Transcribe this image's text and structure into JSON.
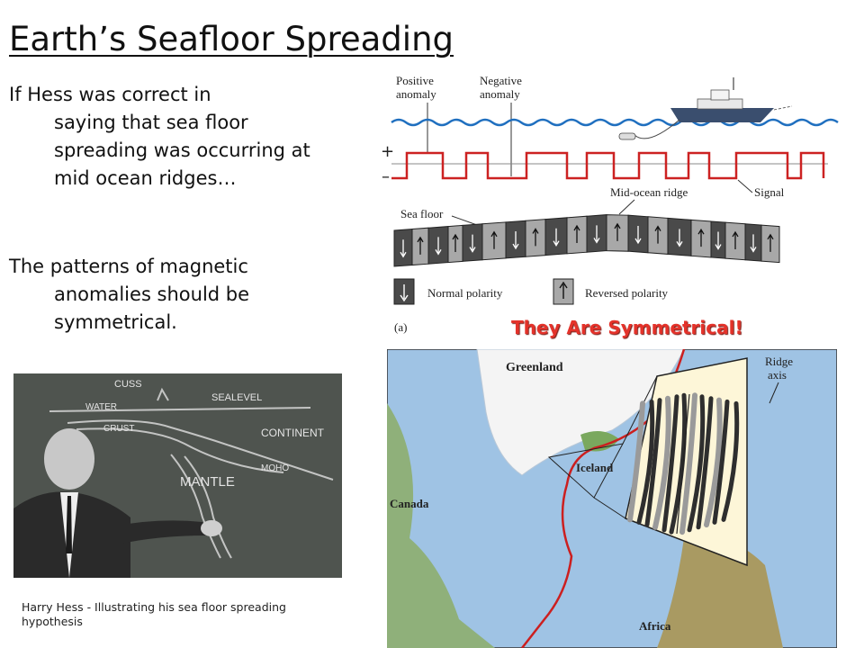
{
  "slide": {
    "title": "Earth’s Seafloor Spreading",
    "paragraph1": {
      "first_line": "If Hess was correct in",
      "continuation": "saying that sea floor spreading was occurring at mid ocean ridges…"
    },
    "paragraph2": {
      "first_line": "The patterns of magnetic",
      "continuation": "anomalies should be symmetrical."
    },
    "symmetry_caption": "They Are Symmetrical!",
    "photo_caption": "Harry Hess - Illustrating his sea floor spreading hypothesis",
    "accent_color": "#e4322a"
  },
  "photo": {
    "chalk_labels": {
      "cuss": "CUSS",
      "sealevel": "SEALEVEL",
      "water": "WATER",
      "crust": "CRUST",
      "continent": "CONTINENT",
      "moho": "MOHO",
      "mantle": "MANTLE"
    }
  },
  "diagram": {
    "positive_anomaly": [
      "Positive",
      "anomaly"
    ],
    "negative_anomaly": [
      "Negative",
      "anomaly"
    ],
    "plus_sign": "+",
    "minus_sign": "–",
    "mid_ocean_ridge": "Mid-ocean ridge",
    "signal": "Signal",
    "sea_floor": "Sea floor",
    "normal_polarity": "Normal polarity",
    "reversed_polarity": "Reversed polarity",
    "panel_label": "(a)",
    "colors": {
      "signal": "#cc2222",
      "water": "#1f6fbf",
      "normal_block": "#4a4a4a",
      "reversed_block": "#a8a8a8"
    }
  },
  "map": {
    "greenland": "Greenland",
    "iceland": "Iceland",
    "canada": "Canada",
    "africa": "Africa",
    "ridge_axis": [
      "Ridge",
      "axis"
    ],
    "colors": {
      "ocean": "#9fc3e4",
      "land": "#6fa55a",
      "ridge_line": "#cc1f1f",
      "inset_bg": "#fdf6d8"
    }
  }
}
